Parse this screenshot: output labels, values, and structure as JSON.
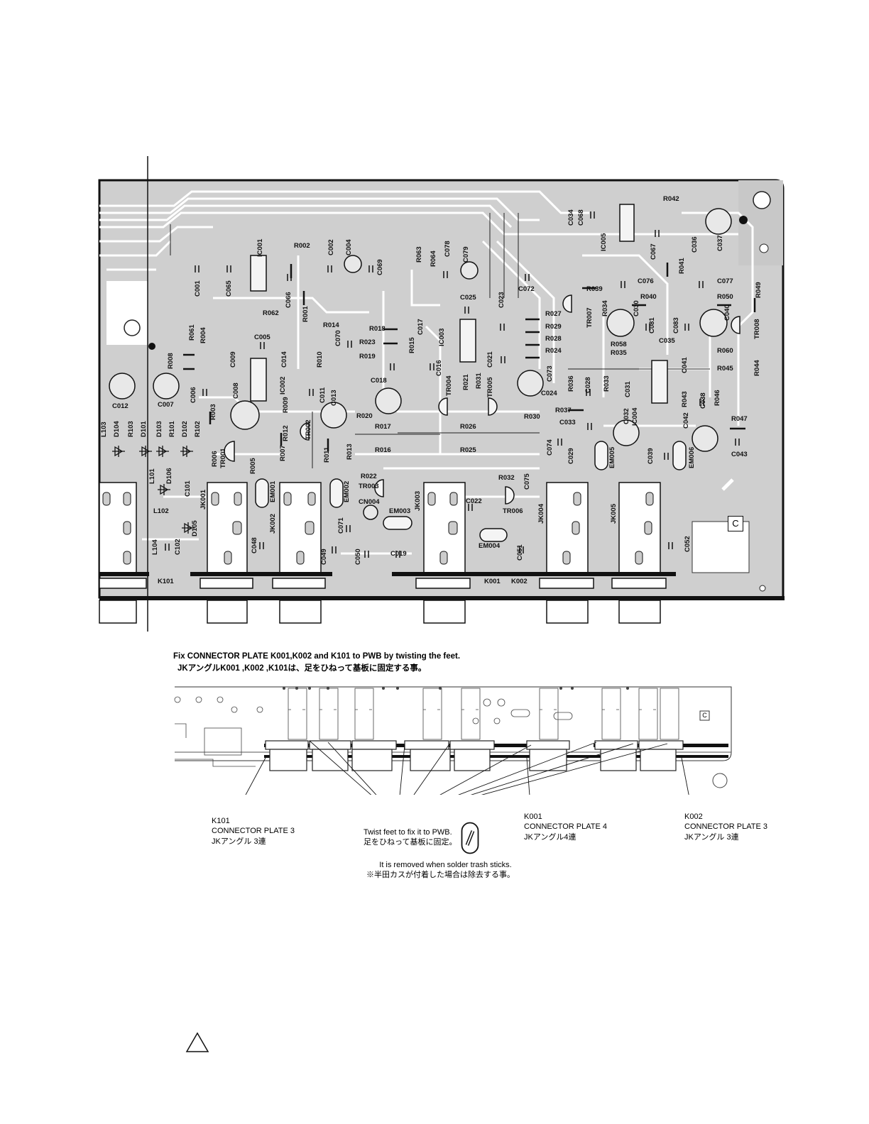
{
  "board": {
    "corner_mark": "C",
    "component_labels": {
      "top": [
        "R042",
        "C034",
        "C068",
        "C037",
        "IC005",
        "C067",
        "C036",
        "IC001",
        "R002",
        "C002",
        "C004",
        "R063",
        "R064",
        "C078",
        "C079",
        "C065",
        "C001",
        "C066",
        "C069",
        "C072",
        "C076",
        "R039",
        "C077",
        "R041",
        "R050",
        "R049",
        "R062",
        "R001",
        "C025",
        "C023",
        "R040",
        "C040",
        "C030",
        "C081",
        "C083",
        "R061",
        "R004",
        "C005",
        "R014",
        "C070",
        "R018",
        "R023",
        "C017",
        "IC003",
        "R027",
        "R029",
        "R028",
        "R024",
        "TR007",
        "R034",
        "R058",
        "R035",
        "C035",
        "R060",
        "TR008",
        "R008",
        "C009",
        "C014",
        "R010",
        "R019",
        "R015",
        "C016",
        "C021",
        "R036",
        "C073",
        "C041",
        "R045",
        "R044"
      ],
      "middle": [
        "C012",
        "C007",
        "C006",
        "C008",
        "IC002",
        "C011",
        "C013",
        "C018",
        "TR004",
        "R021",
        "R031",
        "TR005",
        "C024",
        "C028",
        "R033",
        "C031",
        "IC004",
        "R043",
        "C038",
        "R046",
        "R003",
        "R009",
        "R020",
        "R017",
        "R026",
        "R030",
        "R037",
        "C033",
        "C032",
        "C042",
        "R047",
        "L103",
        "D104",
        "R103",
        "D101",
        "D103",
        "R101",
        "D102",
        "R102",
        "R012",
        "TR002",
        "R006",
        "TR001",
        "R007",
        "R011",
        "R013",
        "R016",
        "R025",
        "C074",
        "C029",
        "EM005",
        "C039",
        "EM006",
        "C043",
        "R005"
      ],
      "bottom": [
        "L101",
        "D106",
        "C101",
        "JK001",
        "EM001",
        "EM002",
        "R022",
        "TR003",
        "R032",
        "C075",
        "JK003",
        "L102",
        "JK002",
        "CN004",
        "EM003",
        "C022",
        "TR006",
        "JK004",
        "JK005",
        "C071",
        "D105",
        "C048",
        "C049",
        "C050",
        "C019",
        "EM004",
        "C051",
        "C052",
        "L104",
        "C102",
        "K101",
        "K001",
        "K002"
      ]
    }
  },
  "notes": {
    "en": "Fix CONNECTOR PLATE K001,K002 and K101 to PWB by twisting the feet.",
    "jp": "JKアングルK001 ,K002 ,K101は、足をひねって基板に固定する事。"
  },
  "callouts": {
    "k101": {
      "id": "K101",
      "name": "CONNECTOR PLATE 3",
      "jp": "JKアングル 3連"
    },
    "twist": {
      "en": "Twist feet to fix it to PWB.",
      "jp": "足をひねって基板に固定。"
    },
    "k001": {
      "id": "K001",
      "name": "CONNECTOR PLATE 4",
      "jp": "JKアングル4連"
    },
    "k002": {
      "id": "K002",
      "name": "CONNECTOR PLATE 3",
      "jp": "JKアングル 3連"
    },
    "removed": {
      "en": "It is removed when solder trash sticks.",
      "jp": "※半田カスが付着した場合は除去する事。"
    }
  },
  "detail": {
    "corner_mark": "C"
  },
  "warning_symbol": "triangle"
}
